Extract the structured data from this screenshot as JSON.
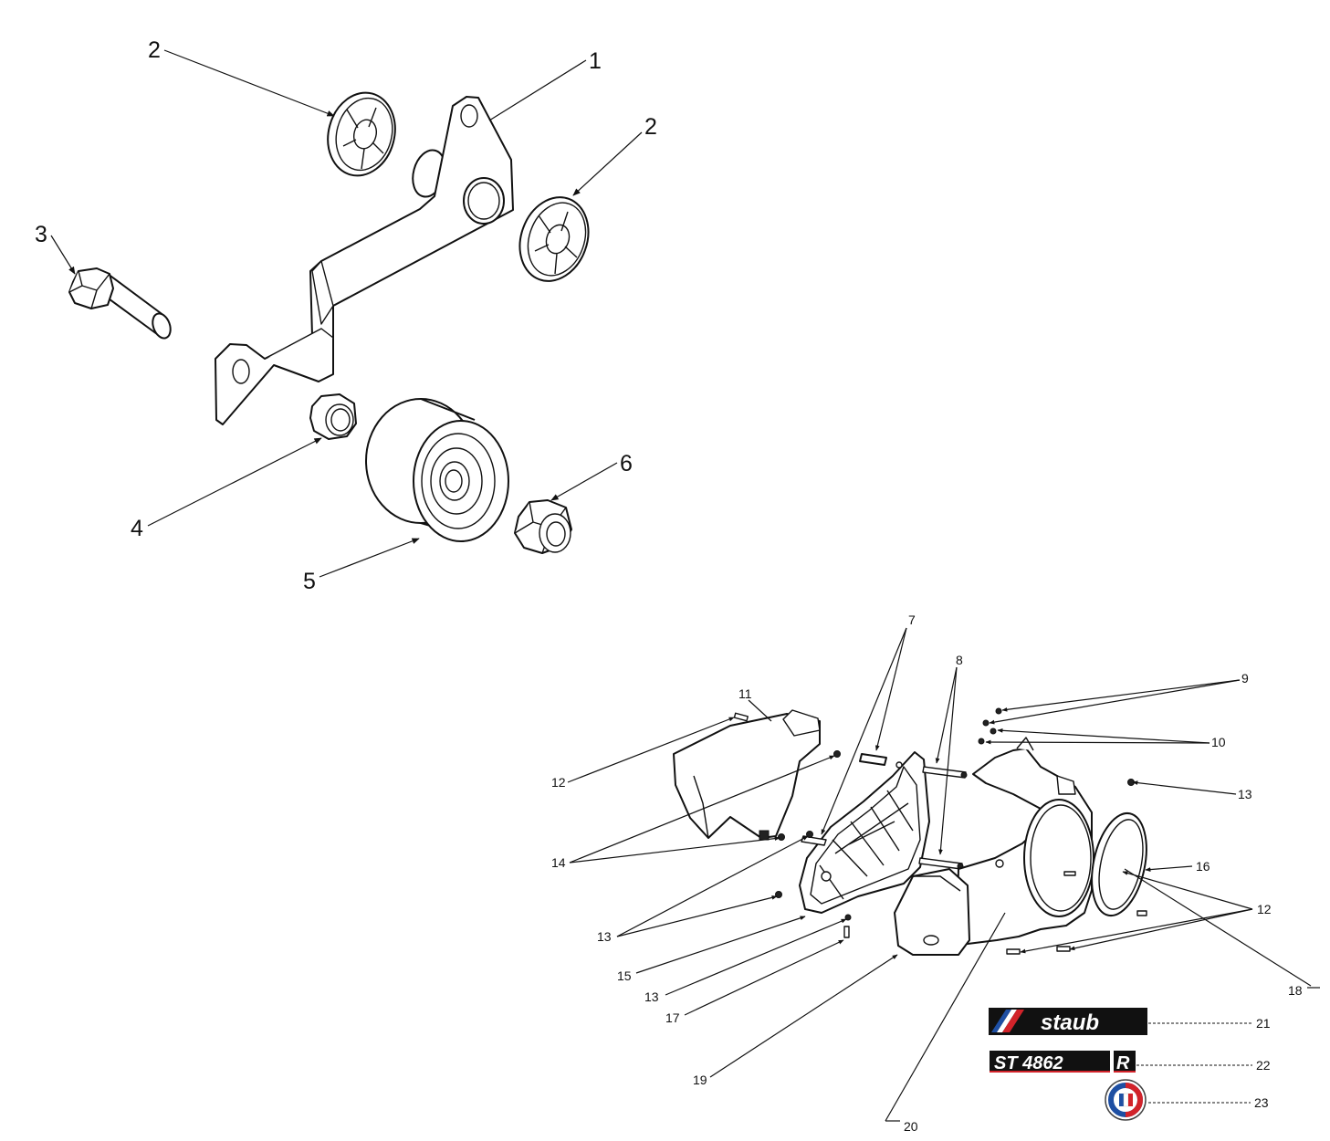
{
  "callouts_upper": {
    "c1": "1",
    "c2a": "2",
    "c2b": "2",
    "c3": "3",
    "c4": "4",
    "c5": "5",
    "c6": "6"
  },
  "callouts_lower": {
    "c7": "7",
    "c8": "8",
    "c9": "9",
    "c10": "10",
    "c11": "11",
    "c12a": "12",
    "c12b": "12",
    "c13a": "13",
    "c13b": "13",
    "c13c": "13",
    "c14": "14",
    "c15": "15",
    "c16": "16",
    "c17": "17",
    "c18": "18",
    "c19": "19",
    "c20": "20",
    "c21": "21",
    "c22": "22",
    "c23": "23"
  },
  "decals": {
    "brand": "staub",
    "model": "ST 4862",
    "model_suffix": "R",
    "brand_colors": {
      "blue": "#1e4fa3",
      "red": "#d2232a",
      "black": "#111111"
    }
  }
}
